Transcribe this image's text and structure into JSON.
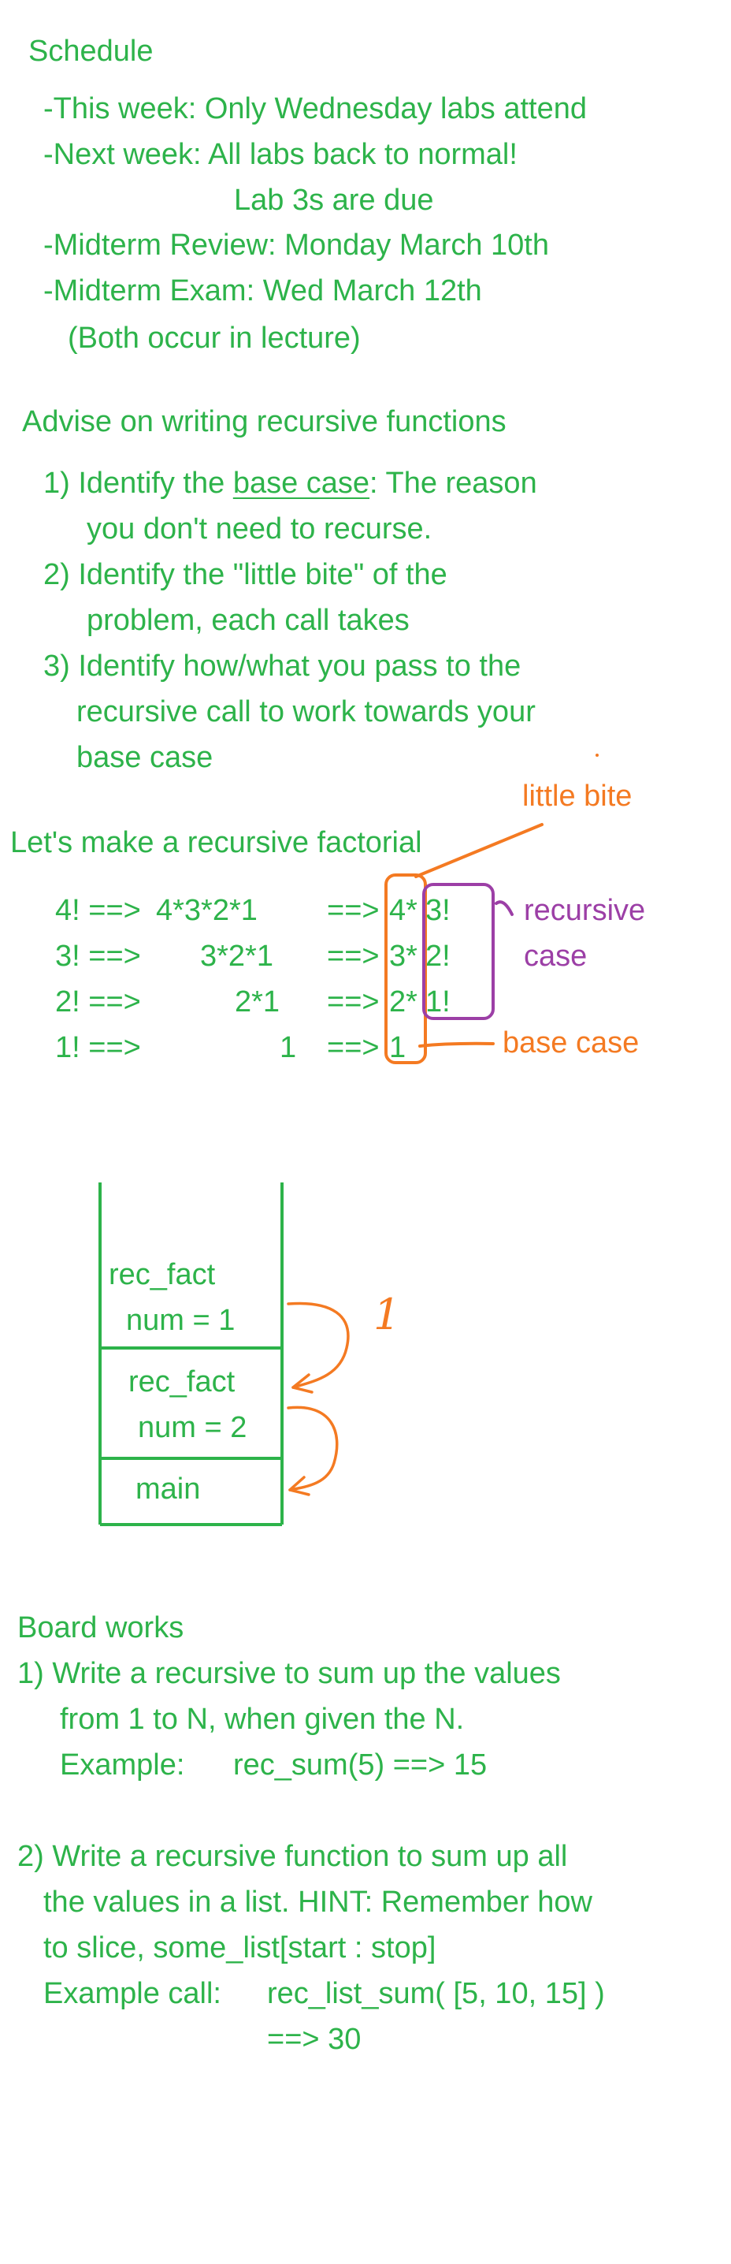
{
  "schedule": {
    "heading": "Schedule",
    "items": [
      "-This week: Only Wednesday labs attend",
      "-Next week: All labs back to normal!",
      "Lab 3s are due",
      "-Midterm Review: Monday March 10th",
      "-Midterm Exam: Wed March 12th",
      "(Both occur in lecture)"
    ]
  },
  "advice": {
    "heading": "Advise on writing recursive functions",
    "step1_prefix": "1) Identify the ",
    "step1_underlined": "base case",
    "step1_suffix": ": The reason",
    "step1_cont": "you don't need to recurse.",
    "step2": "2) Identify the \"little bite\" of the",
    "step2_cont": "problem, each call takes",
    "step3": "3) Identify how/what you pass to the",
    "step3_cont1": "recursive call to work towards your",
    "step3_cont2": "base case"
  },
  "factorial": {
    "heading": "Let's make a recursive factorial",
    "little_bite_label": "little bite",
    "recursive_case_label_1": "recursive",
    "recursive_case_label_2": "case",
    "base_case_label": "base case",
    "rows": [
      {
        "lhs": "4! ==>",
        "expansion": "4*3*2*1",
        "arrow": "==>",
        "bite": "4*",
        "rest": "3!"
      },
      {
        "lhs": "3! ==>",
        "expansion": "3*2*1",
        "arrow": "==>",
        "bite": "3*",
        "rest": "2!"
      },
      {
        "lhs": "2! ==>",
        "expansion": "2*1",
        "arrow": "==>",
        "bite": "2*",
        "rest": "1!"
      },
      {
        "lhs": "1! ==>",
        "expansion": "1",
        "arrow": "==>",
        "bite": "1",
        "rest": ""
      }
    ]
  },
  "stack": {
    "frames": [
      {
        "func": "rec_fact",
        "var": "num = 1"
      },
      {
        "func": "rec_fact",
        "var": "num = 2"
      },
      {
        "func": "main",
        "var": ""
      }
    ],
    "return_value": "1"
  },
  "board_works": {
    "heading": "Board works",
    "p1_line1": "1) Write a recursive to sum up the values",
    "p1_line2": "from 1 to N, when given the N.",
    "p1_example_label": "Example:",
    "p1_example": "rec_sum(5) ==> 15",
    "p2_line1": "2) Write a recursive function to sum up all",
    "p2_line2": "the values in a list. HINT: Remember how",
    "p2_line3": "to slice, some_list[start : stop]",
    "p2_example_label": "Example call:",
    "p2_example": "rec_list_sum( [5, 10, 15] )",
    "p2_result": "==> 30"
  },
  "colors": {
    "green_ink": "#2db34a",
    "orange_ink": "#f47a22",
    "purple_ink": "#9c3fa6"
  }
}
